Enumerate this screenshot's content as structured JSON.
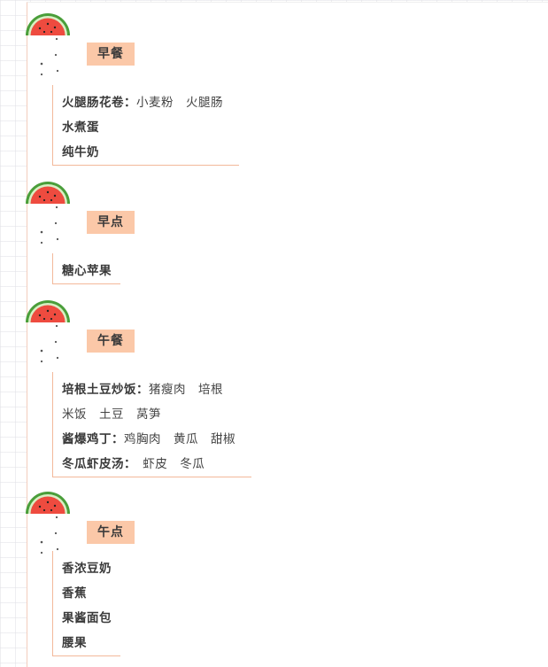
{
  "colors": {
    "tag_bg": "#fbc8a8",
    "line": "#f3b89a",
    "melon_rind": "#4a9e3a",
    "melon_flesh": "#ee4b3f"
  },
  "icons": [
    "watermelon-icon"
  ],
  "sections": [
    {
      "tag": "早餐",
      "rows": [
        {
          "bold": "火腿肠花卷：",
          "plain": "小麦粉　火腿肠"
        },
        {
          "bold": "水煮蛋",
          "plain": ""
        },
        {
          "bold": "纯牛奶",
          "plain": ""
        }
      ]
    },
    {
      "tag": "早点",
      "rows": [
        {
          "bold": "糖心苹果",
          "plain": ""
        }
      ]
    },
    {
      "tag": "午餐",
      "rows": [
        {
          "bold": "培根土豆炒饭：",
          "plain": "猪瘦肉　培根"
        },
        {
          "bold": "",
          "plain": "米饭　土豆　莴笋"
        },
        {
          "bold": "酱爆鸡丁：",
          "plain": "鸡胸肉　黄瓜　甜椒"
        },
        {
          "bold": "冬瓜虾皮汤：",
          "plain": "　虾皮　冬瓜"
        }
      ]
    },
    {
      "tag": "午点",
      "rows": [
        {
          "bold": "香浓豆奶",
          "plain": ""
        },
        {
          "bold": "香蕉",
          "plain": ""
        },
        {
          "bold": "果酱面包",
          "plain": ""
        },
        {
          "bold": "腰果",
          "plain": ""
        }
      ]
    }
  ]
}
